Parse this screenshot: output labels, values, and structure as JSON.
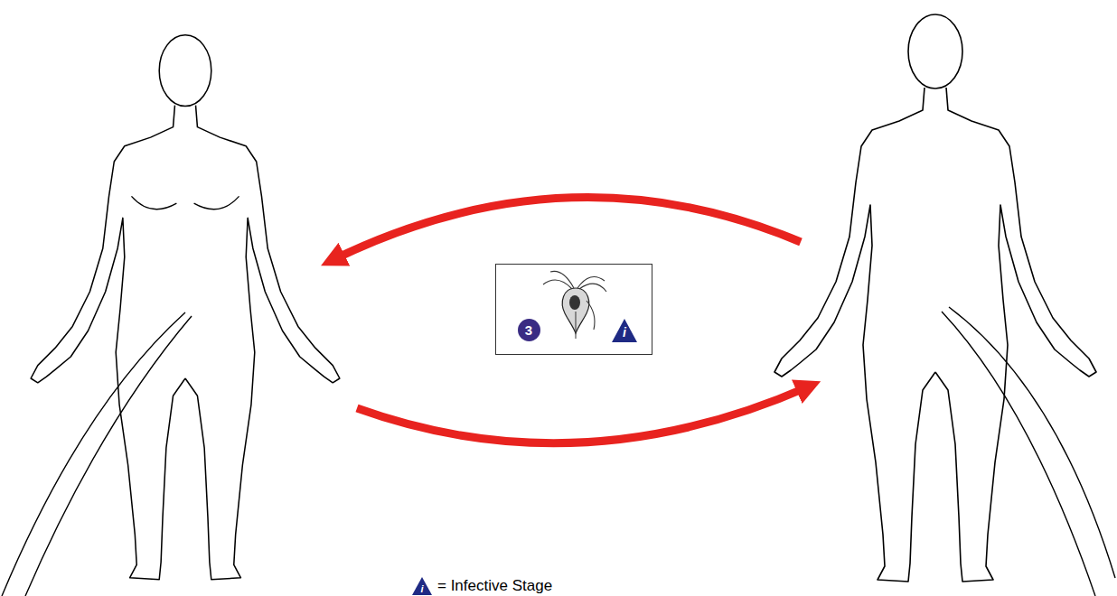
{
  "diagram": {
    "nodes": [
      {
        "text": [
          "3",
          "i"
        ]
      }
    ],
    "labels": [
      "i"
    ],
    "legend": [
      {
        "text": "= Infective Stage"
      }
    ]
  }
}
